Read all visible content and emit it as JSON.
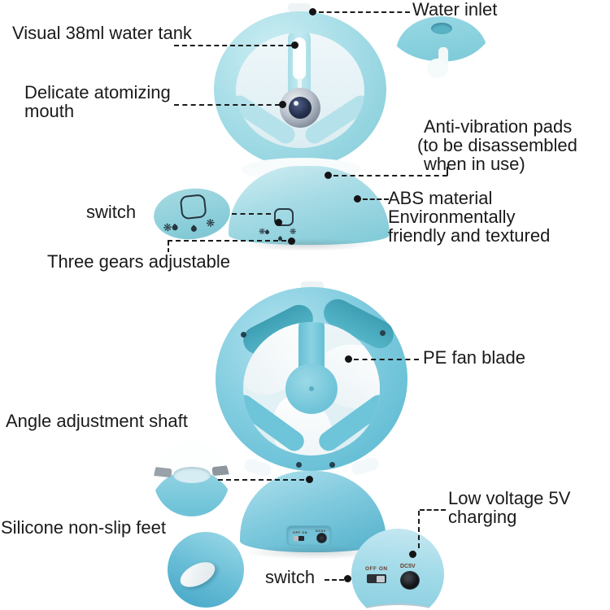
{
  "labels": {
    "water_inlet": "Water inlet",
    "water_tank": "Visual 38ml water tank",
    "atomizing_1": "Delicate atomizing",
    "atomizing_2": "mouth",
    "anti_vibration_1": "Anti-vibration pads",
    "anti_vibration_2": "(to be disassembled",
    "anti_vibration_3": "when in use)",
    "switch_top": "switch",
    "abs_1": "ABS material",
    "abs_2": "Environmentally",
    "abs_3": "friendly and textured",
    "three_gears": "Three gears adjustable",
    "pe_fan_blade": "PE fan blade",
    "angle_shaft": "Angle adjustment shaft",
    "silicone_feet": "Silicone non-slip feet",
    "low_voltage_1": "Low voltage 5V",
    "low_voltage_2": "charging",
    "switch_bottom": "switch"
  },
  "inset_labels": {
    "off": "OFF",
    "on": "ON",
    "dc5v": "DC5V"
  },
  "glyphs": {
    "fan": "❋"
  },
  "colors": {
    "background": "#ffffff",
    "label_text": "#1a1a1a",
    "leader_line": "#1c1c1c",
    "fan_upper_body": "#a8dee8",
    "fan_lower_body": "#7bcade",
    "fan_lower_accent": "#4aa9bd",
    "blade_white": "#ffffff",
    "atomizer_center": "#25304d",
    "port_label_text": "#6b3a28"
  }
}
